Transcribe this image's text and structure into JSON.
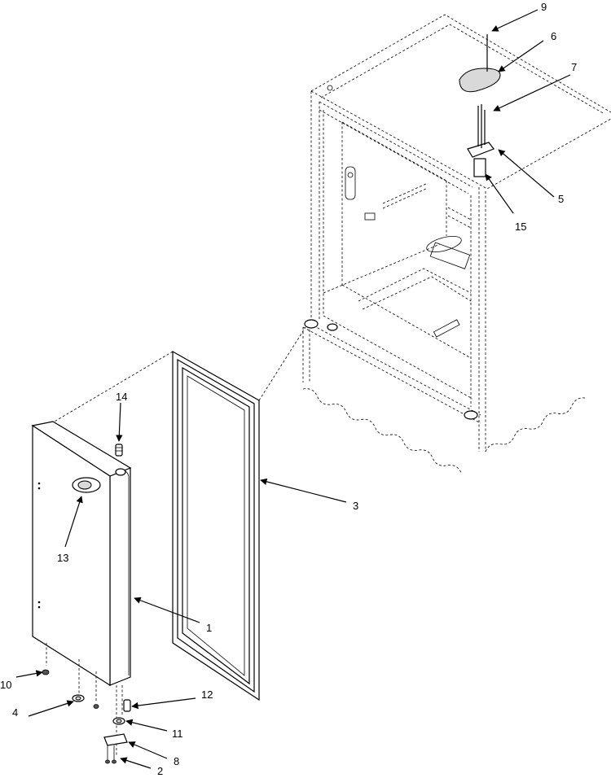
{
  "callouts": [
    {
      "id": "c1",
      "text": "1"
    },
    {
      "id": "c2",
      "text": "2"
    },
    {
      "id": "c3",
      "text": "3"
    },
    {
      "id": "c4",
      "text": "4"
    },
    {
      "id": "c5",
      "text": "5"
    },
    {
      "id": "c6",
      "text": "6"
    },
    {
      "id": "c7",
      "text": "7"
    },
    {
      "id": "c8",
      "text": "8"
    },
    {
      "id": "c9",
      "text": "9"
    },
    {
      "id": "c10",
      "text": "10"
    },
    {
      "id": "c11",
      "text": "11"
    },
    {
      "id": "c12",
      "text": "12"
    },
    {
      "id": "c13",
      "text": "13"
    },
    {
      "id": "c14",
      "text": "14"
    },
    {
      "id": "c15",
      "text": "15"
    }
  ],
  "colors": {
    "line": "#000000",
    "background": "#ffffff",
    "shade": "#d9d9d9"
  }
}
